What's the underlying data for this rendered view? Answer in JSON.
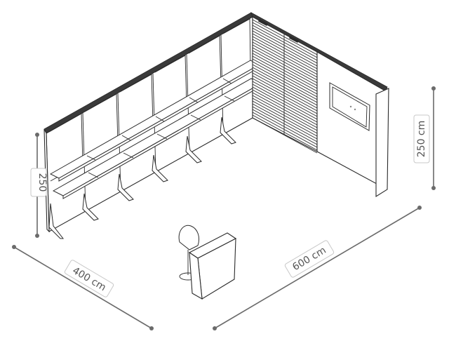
{
  "dimensions": {
    "depth": "400 cm",
    "width": "600 cm",
    "height_right": "250 cm",
    "height_left": "250"
  }
}
